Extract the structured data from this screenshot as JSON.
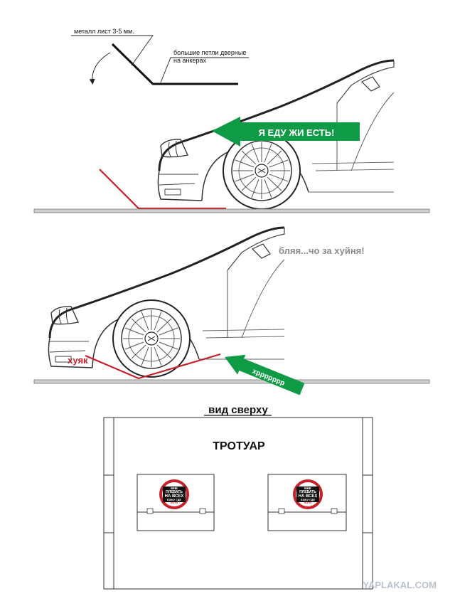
{
  "panel1": {
    "label_sheet": "металл лист 3-5 мм.",
    "label_hinges_line1": "большие петли дверные",
    "label_hinges_line2": "на анкерах",
    "arrow_text": "Я ЕДУ ЖИ ЕСТЬ!"
  },
  "panel2": {
    "exclaim": "бляя...чо за хуйня!",
    "impact_label": "хуяк",
    "arrow_text": "хррррррр"
  },
  "panel3": {
    "caption": "вид сверху",
    "sidewalk": "ТРОТУАР",
    "sign_text": [
      "МНЕ",
      "ПЛЕВАТЬ",
      "НА ВСЕХ",
      "ЕЗЖУ ГДЕ",
      "ХОЧУ"
    ]
  },
  "watermark": "YAPLAKAL.COM",
  "colors": {
    "green_arrow": "#0f9a45",
    "red_line": "#c8202a",
    "gray_text": "#8a8a8a",
    "ground": "#c8c8c8"
  }
}
